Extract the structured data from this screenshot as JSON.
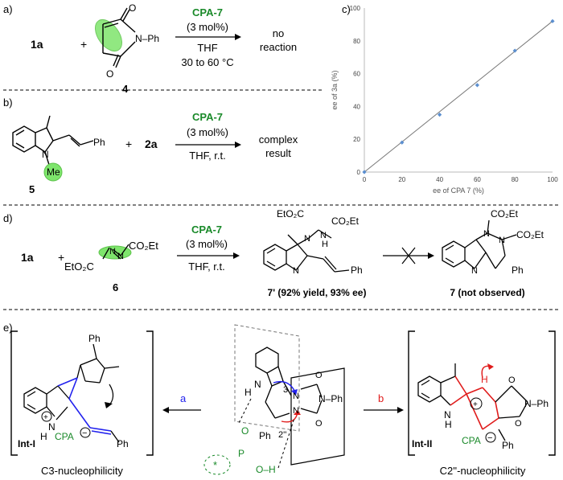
{
  "panels": {
    "a": {
      "label": "a)",
      "reactant": "1a",
      "plus": "+",
      "reagent_number": "4",
      "reagent_substituent": "N–Ph",
      "catalyst": "CPA-7",
      "loading": "(3 mol%)",
      "solvent": "THF",
      "conditions": "30 to 60 °C",
      "result_line1": "no",
      "result_line2": "reaction"
    },
    "b": {
      "label": "b)",
      "substrate_number": "5",
      "substrate_group": "Me",
      "substrate_ph": "Ph",
      "plus": "+",
      "reagent": "2a",
      "catalyst": "CPA-7",
      "loading": "(3 mol%)",
      "conditions": "THF, r.t.",
      "result_line1": "complex",
      "result_line2": "result"
    },
    "c": {
      "label": "c)"
    },
    "d": {
      "label": "d)",
      "reactant": "1a",
      "plus": "+",
      "reagent_left": "EtO₂C",
      "reagent_right": "CO₂Et",
      "reagent_number": "6",
      "catalyst": "CPA-7",
      "loading": "(3 mol%)",
      "conditions": "THF, r.t.",
      "product1_ester1": "EtO₂C",
      "product1_ester2": "CO₂Et",
      "product1_nh": "H",
      "product1_n": "N",
      "product1_ph": "Ph",
      "product1_caption": "7' (92% yield, 93% ee)",
      "product2_ester1": "CO₂Et",
      "product2_ester2": "CO₂Et",
      "product2_n": "N",
      "product2_ph": "Ph",
      "product2_caption": "7 (not observed)"
    },
    "e": {
      "label": "e)",
      "left_name": "Int-I",
      "left_subtitle": "C3-nucleophilicity",
      "left_cpa": "CPA",
      "left_nh": "N",
      "left_h": "H",
      "left_ph": "Ph",
      "left_ph2": "Ph",
      "arrow_a": "a",
      "arrow_b": "b",
      "center_h": "H",
      "center_n": "N",
      "center_3": "3",
      "center_2pp": "2''",
      "center_ph": "Ph",
      "center_nph": "N–Ph",
      "center_p": "P",
      "center_o": "O",
      "center_oh": "O–H",
      "center_star": "*",
      "right_name": "Int-II",
      "right_subtitle": "C2''-nucleophilicity",
      "right_cpa": "CPA",
      "right_nh": "N",
      "right_h": "H",
      "right_ph": "Ph",
      "right_nph": "N–Ph"
    }
  },
  "chart_data": {
    "type": "scatter",
    "title": "",
    "xlabel": "ee of CPA 7 (%)",
    "ylabel": "ee of 3a (%)",
    "xlim": [
      0,
      100
    ],
    "ylim": [
      0,
      100
    ],
    "x_ticks": [
      0,
      20,
      40,
      60,
      80,
      100
    ],
    "y_ticks": [
      0,
      20,
      40,
      60,
      80,
      100
    ],
    "grid": false,
    "points": [
      {
        "x": 0,
        "y": 0
      },
      {
        "x": 20,
        "y": 18
      },
      {
        "x": 40,
        "y": 35
      },
      {
        "x": 60,
        "y": 53
      },
      {
        "x": 80,
        "y": 74
      },
      {
        "x": 100,
        "y": 92
      }
    ],
    "trendline": {
      "x": [
        0,
        100
      ],
      "y": [
        0,
        92
      ]
    },
    "point_color": "#5b8fd0",
    "line_color": "#777777"
  }
}
